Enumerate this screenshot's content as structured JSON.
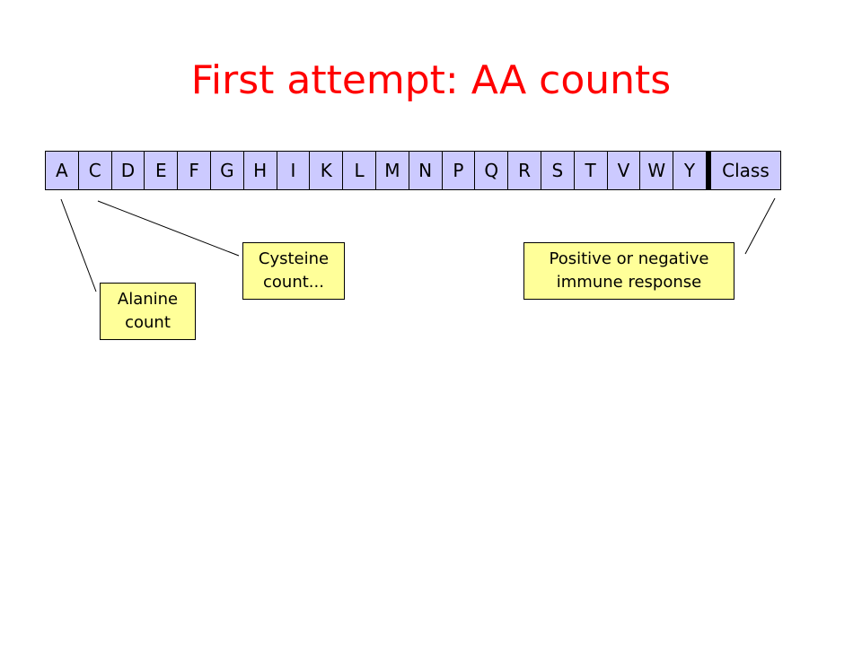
{
  "slide": {
    "title": "First attempt: AA counts"
  },
  "table": {
    "amino_acids": [
      "A",
      "C",
      "D",
      "E",
      "F",
      "G",
      "H",
      "I",
      "K",
      "L",
      "M",
      "N",
      "P",
      "Q",
      "R",
      "S",
      "T",
      "V",
      "W",
      "Y"
    ],
    "class_label": "Class"
  },
  "annotations": {
    "alanine": "Alanine\ncount",
    "cysteine": "Cysteine\ncount...",
    "class": "Positive or negative\nimmune response"
  },
  "colors": {
    "title": "#ff0000",
    "cell_fill": "#cccaff",
    "note_fill": "#ffff99",
    "line": "#000000"
  }
}
